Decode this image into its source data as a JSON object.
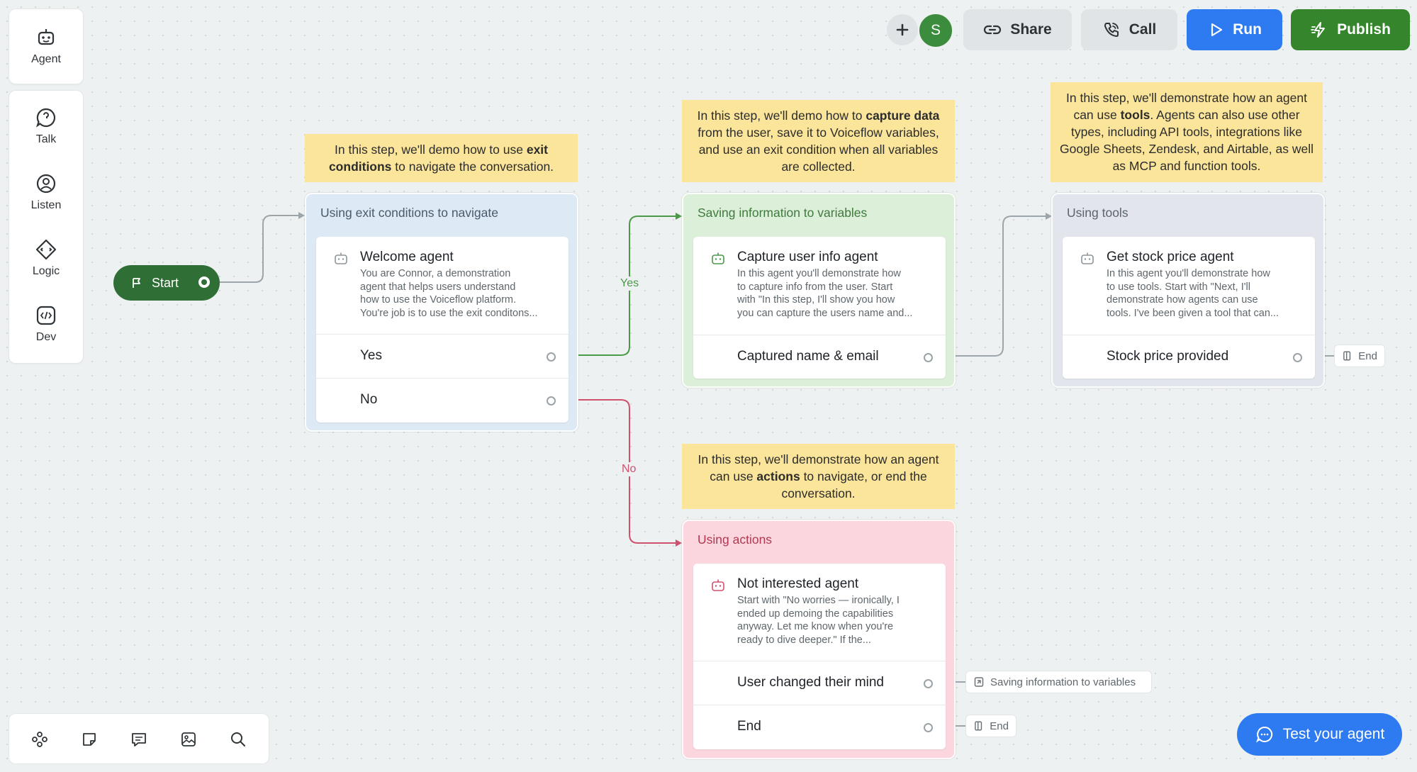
{
  "sidebar": {
    "agent": {
      "label": "Agent",
      "icon": "robot-icon"
    },
    "items": [
      {
        "label": "Talk",
        "icon": "speech-bubble-icon"
      },
      {
        "label": "Listen",
        "icon": "user-circle-icon"
      },
      {
        "label": "Logic",
        "icon": "diamond-arrows-icon"
      },
      {
        "label": "Dev",
        "icon": "code-icon"
      }
    ]
  },
  "topbar": {
    "add_icon": "plus-icon",
    "avatar_initial": "S",
    "share_label": "Share",
    "call_label": "Call",
    "run_label": "Run",
    "publish_label": "Publish"
  },
  "start": {
    "label": "Start"
  },
  "notes": {
    "exit": {
      "pre": "In this step, we'll demo how to use ",
      "bold": "exit conditions",
      "post": " to navigate the conversation."
    },
    "capture": {
      "pre": "In this step, we'll demo how to ",
      "bold": "capture data",
      "post": " from the user, save it to Voiceflow variables, and use an exit condition when all variables are collected."
    },
    "tools": {
      "pre": "In this step, we'll demonstrate how an agent can use ",
      "bold": "tools",
      "post": ". Agents can also use other types, including API tools, integrations like Google Sheets, Zendesk, and Airtable, as well as MCP and function tools."
    },
    "actions": {
      "pre": "In this step, we'll demonstrate how an agent can use ",
      "bold": "actions",
      "post": " to navigate, or end the conversation."
    }
  },
  "blocks": {
    "exit": {
      "title": "Using exit conditions to navigate",
      "agent_title": "Welcome agent",
      "agent_desc": [
        "You are Connor, a demonstration",
        "agent that helps users understand",
        "how to use the Voiceflow platform.",
        "You're job is to use the exit conditons..."
      ],
      "paths": [
        "Yes",
        "No"
      ]
    },
    "capture": {
      "title": "Saving information to variables",
      "agent_title": "Capture user info agent",
      "agent_desc": [
        "In this agent you'll demonstrate how",
        "to capture info from the user. Start",
        "with \"In this step, I'll show you how",
        "you can capture the users name and..."
      ],
      "paths": [
        "Captured name & email"
      ]
    },
    "tools": {
      "title": "Using tools",
      "agent_title": "Get stock price agent",
      "agent_desc": [
        "In this agent you'll demonstrate how",
        "to use tools. Start with \"Next, I'll",
        "demonstrate how agents can use",
        "tools. I've been given a tool that can..."
      ],
      "paths": [
        "Stock price provided"
      ]
    },
    "actions": {
      "title": "Using actions",
      "agent_title": "Not interested agent",
      "agent_desc": [
        "Start with \"No worries — ironically, I",
        "ended up demoing the capabilities",
        "anyway. Let me know when you're",
        "ready to dive deeper.\" If the..."
      ],
      "paths": [
        "User changed their mind",
        "End"
      ]
    }
  },
  "edges": {
    "yes": "Yes",
    "no": "No"
  },
  "tags": {
    "end1": "End",
    "goto": "Saving information to variables",
    "end2": "End"
  },
  "bottombar": {
    "icons": [
      "components-icon",
      "sticky-note-icon",
      "comment-icon",
      "image-icon",
      "search-icon"
    ]
  },
  "test_button": {
    "label": "Test your agent",
    "icon": "chat-bubble-icon"
  },
  "colors": {
    "exit_block": "#dde9f5",
    "capture_block": "#dcefd8",
    "tools_block": "#e2e6ec",
    "actions_block": "#fbd6de",
    "note": "#fbe59a",
    "yes_edge": "#4a9a48",
    "no_edge": "#d0516f",
    "run": "#2e7bf1",
    "publish": "#35852c"
  }
}
